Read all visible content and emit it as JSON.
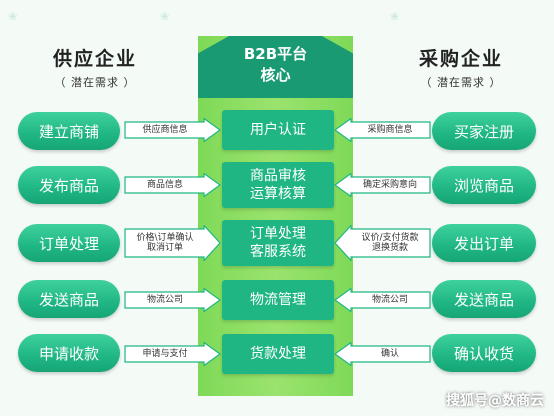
{
  "left_header": {
    "title": "供应企业",
    "subtitle": "（ 潜在需求 ）"
  },
  "right_header": {
    "title": "采购企业",
    "subtitle": "（ 潜在需求 ）"
  },
  "core": {
    "title_line1": "B2B平台",
    "title_line2": "核心"
  },
  "left_items": [
    "建立商铺",
    "发布商品",
    "订单处理",
    "发送商品",
    "申请收款"
  ],
  "right_items": [
    "买家注册",
    "浏览商品",
    "发出订单",
    "发送商品",
    "确认收货"
  ],
  "core_items": [
    {
      "line1": "用户认证",
      "line2": ""
    },
    {
      "line1": "商品审核",
      "line2": "运算核算"
    },
    {
      "line1": "订单处理",
      "line2": "客服系统"
    },
    {
      "line1": "物流管理",
      "line2": ""
    },
    {
      "line1": "货款处理",
      "line2": ""
    }
  ],
  "left_arrows": [
    {
      "line1": "供应商信息",
      "line2": ""
    },
    {
      "line1": "商品信息",
      "line2": ""
    },
    {
      "line1": "价格\\订单确认",
      "line2": "取消订单"
    },
    {
      "line1": "物流公司",
      "line2": ""
    },
    {
      "line1": "申请与支付",
      "line2": ""
    }
  ],
  "right_arrows": [
    {
      "line1": "采购商信息",
      "line2": ""
    },
    {
      "line1": "确定采购意向",
      "line2": ""
    },
    {
      "line1": "议价/支付货款",
      "line2": "退换货款"
    },
    {
      "line1": "物流公司",
      "line2": ""
    },
    {
      "line1": "确认",
      "line2": ""
    }
  ],
  "footer": "搜狐号@数商云",
  "colors": {
    "pill": "#1fb684",
    "core_top": "#1a9a73",
    "core_body": "#8ade62",
    "arrow_fill": "#ffffff",
    "arrow_stroke": "#1fb684"
  }
}
